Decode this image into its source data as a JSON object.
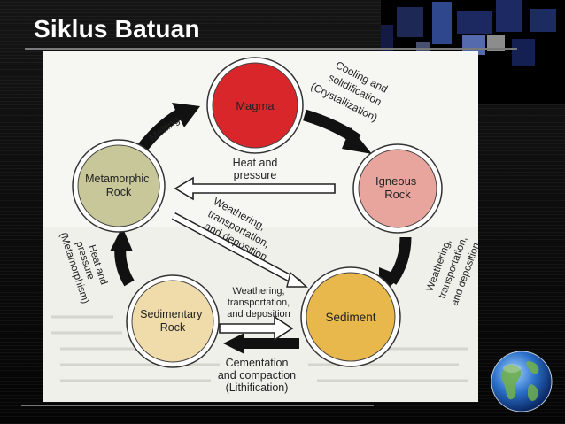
{
  "slide": {
    "title": "Siklus Batuan"
  },
  "diagram": {
    "nodes": {
      "magma": "Magma",
      "igneous": [
        "Igneous",
        "Rock"
      ],
      "metamorphic": [
        "Metamorphic",
        "Rock"
      ],
      "sedimentary": [
        "Sedimentary",
        "Rock"
      ],
      "sediment": "Sediment"
    },
    "labels": {
      "melting": "Melting",
      "cooling": [
        "Cooling and",
        "solidification",
        "(Crystallization)"
      ],
      "heat_pressure_top": [
        "Heat and",
        "pressure"
      ],
      "weathering_diag": [
        "Weathering,",
        "transportation,",
        "and deposition"
      ],
      "weathering_right": [
        "Weathering,",
        "transportation,",
        "and deposition"
      ],
      "heat_pressure_left": [
        "Heat and",
        "pressure",
        "(Metamorphism)"
      ],
      "weathering_mid": [
        "Weathering,",
        "transportation,",
        "and deposition"
      ],
      "cementation": [
        "Cementation",
        "and compaction",
        "(Lithification)"
      ]
    },
    "colors": {
      "magma": "#d8262a",
      "igneous": "#e8a59e",
      "metamorphic": "#c7c79a",
      "sedimentary": "#f0dcaa",
      "sediment": "#e8b84c"
    }
  }
}
